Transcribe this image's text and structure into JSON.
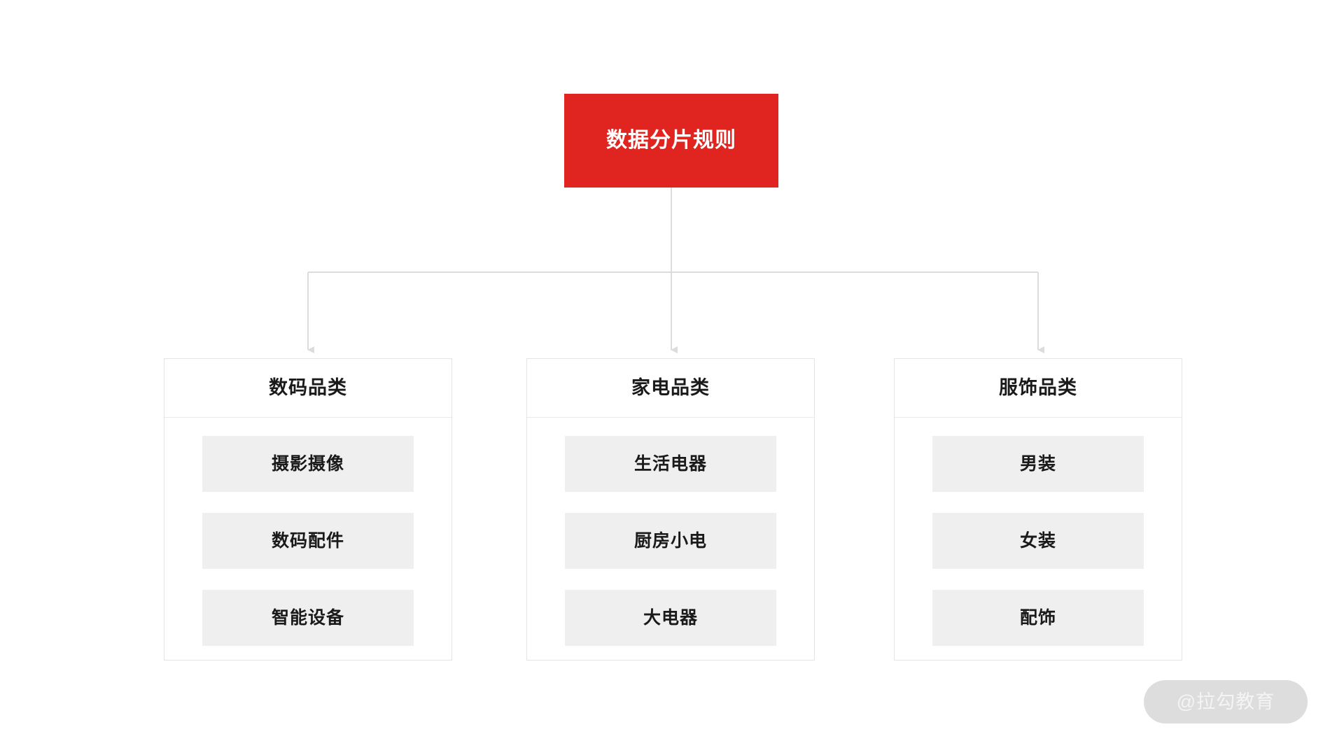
{
  "diagram": {
    "title": "数据分片规则",
    "root": {
      "label": "数据分片规则",
      "bg_color": "#E02520",
      "text_color": "#FFFFFF"
    },
    "connector": {
      "line_color": "#DCDCDC",
      "arrow_color": "#DCDCDC"
    },
    "branches": [
      {
        "header": "数码品类",
        "items": [
          {
            "label": "摄影摄像"
          },
          {
            "label": "数码配件"
          },
          {
            "label": "智能设备"
          }
        ]
      },
      {
        "header": "家电品类",
        "items": [
          {
            "label": "生活电器"
          },
          {
            "label": "厨房小电"
          },
          {
            "label": "大电器"
          }
        ]
      },
      {
        "header": "服饰品类",
        "items": [
          {
            "label": "男装"
          },
          {
            "label": "女装"
          },
          {
            "label": "配饰"
          }
        ]
      }
    ],
    "panel": {
      "border_color": "#E4E4E4",
      "chip_bg_color": "#EFEFEF",
      "text_color": "#1A1A1A"
    }
  },
  "watermark": {
    "label": "@拉勾教育",
    "bg_color": "#DDDDDD",
    "text_color": "#F4F4F4"
  }
}
